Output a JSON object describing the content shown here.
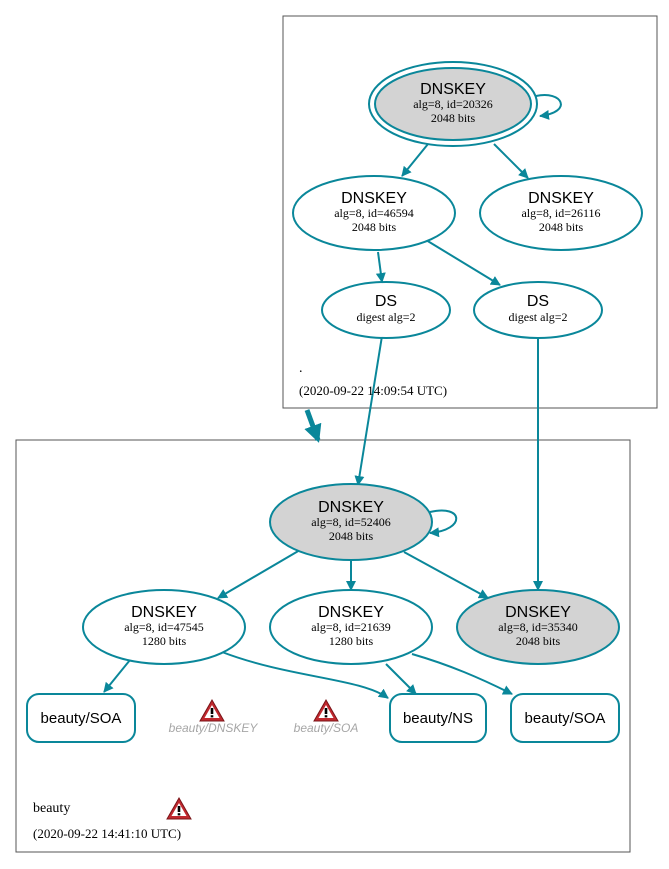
{
  "colors": {
    "edge": "#0a879a",
    "node_fill_sep": "#d3d3d3",
    "node_fill": "#ffffff",
    "warning": "#c0282e"
  },
  "zones": [
    {
      "id": "root",
      "name": ".",
      "timestamp": "(2020-09-22 14:09:54 UTC)"
    },
    {
      "id": "beauty",
      "name": "beauty",
      "timestamp": "(2020-09-22 14:41:10 UTC)",
      "warning_icon": "warning-icon"
    }
  ],
  "nodes": {
    "root_ksk": {
      "title": "DNSKEY",
      "line1": "alg=8, id=20326",
      "line2": "2048 bits"
    },
    "root_zsk1": {
      "title": "DNSKEY",
      "line1": "alg=8, id=46594",
      "line2": "2048 bits"
    },
    "root_zsk2": {
      "title": "DNSKEY",
      "line1": "alg=8, id=26116",
      "line2": "2048 bits"
    },
    "ds1": {
      "title": "DS",
      "line1": "digest alg=2"
    },
    "ds2": {
      "title": "DS",
      "line1": "digest alg=2"
    },
    "beauty_ksk1": {
      "title": "DNSKEY",
      "line1": "alg=8, id=52406",
      "line2": "2048 bits"
    },
    "beauty_zsk1": {
      "title": "DNSKEY",
      "line1": "alg=8, id=47545",
      "line2": "1280 bits"
    },
    "beauty_zsk2": {
      "title": "DNSKEY",
      "line1": "alg=8, id=21639",
      "line2": "1280 bits"
    },
    "beauty_ksk2": {
      "title": "DNSKEY",
      "line1": "alg=8, id=35340",
      "line2": "2048 bits"
    },
    "rr_soa1": {
      "label": "beauty/SOA"
    },
    "rr_ns": {
      "label": "beauty/NS"
    },
    "rr_soa2": {
      "label": "beauty/SOA"
    },
    "missing_dnskey": {
      "label": "beauty/DNSKEY",
      "icon": "warning-icon"
    },
    "missing_soa": {
      "label": "beauty/SOA",
      "icon": "warning-icon"
    }
  }
}
